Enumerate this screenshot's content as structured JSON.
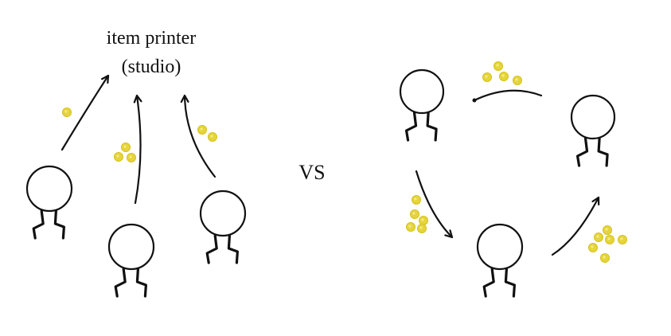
{
  "title_line1": "item printer",
  "title_line2": "(studio)",
  "vs_label": "VS",
  "coin_color": "#e6d53a",
  "ink_color": "#111111"
}
